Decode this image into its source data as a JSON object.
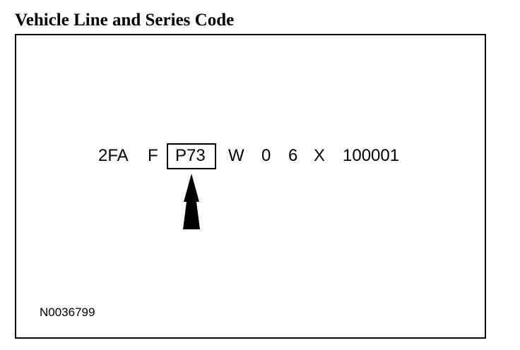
{
  "title": "Vehicle Line and Series Code",
  "vin": {
    "segments": [
      "2FA",
      "F",
      "P73",
      "W",
      "0",
      "6",
      "X",
      "100001"
    ],
    "highlighted_segment": "P73"
  },
  "figure_id": "N0036799",
  "colors": {
    "ink": "#000000",
    "background": "#ffffff"
  },
  "icons": {
    "pointer": "up-arrow-icon"
  }
}
